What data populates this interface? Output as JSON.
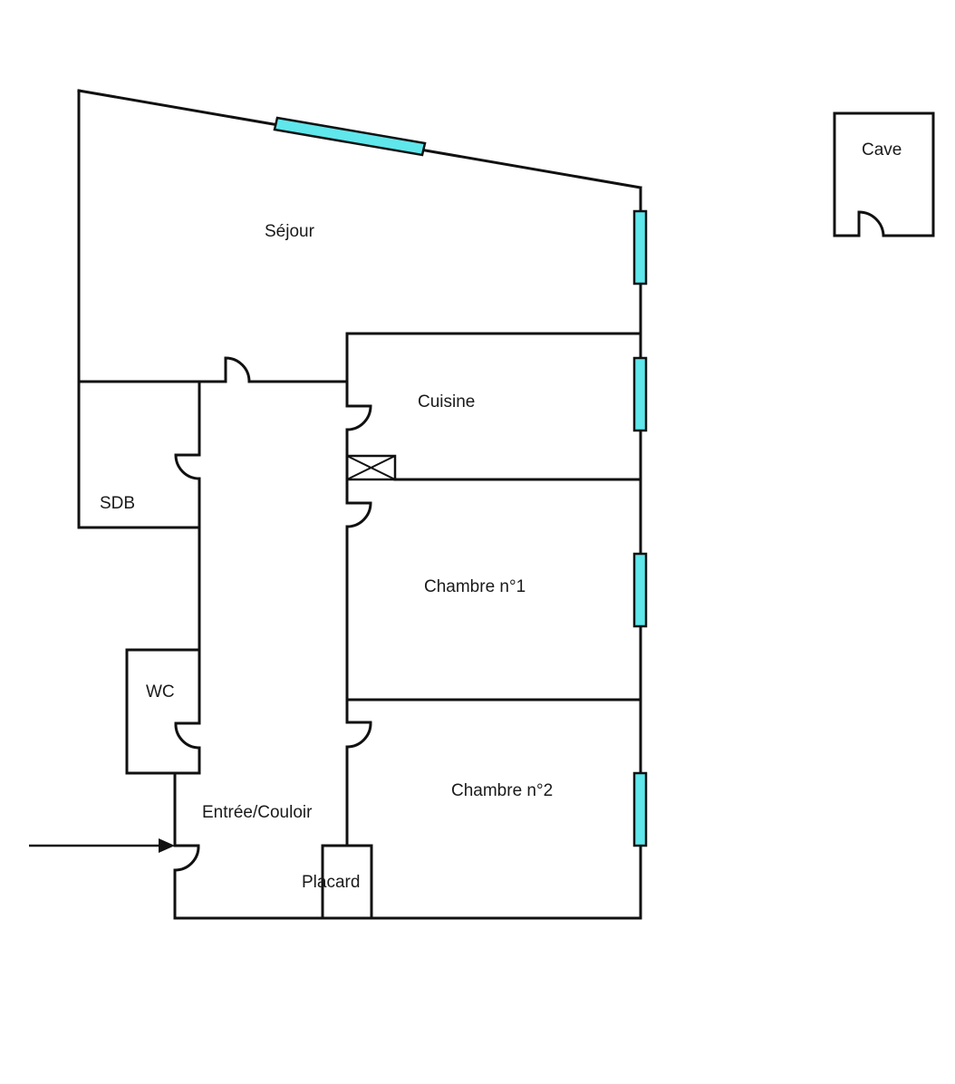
{
  "colors": {
    "wall": "#111111",
    "window_fill": "#5fe7ec",
    "text": "#1a1a1a",
    "background": "#ffffff"
  },
  "rooms": {
    "sejour": "Séjour",
    "cuisine": "Cuisine",
    "sdb": "SDB",
    "chambre1": "Chambre n°1",
    "chambre2": "Chambre n°2",
    "wc": "WC",
    "entree": "Entrée/Couloir",
    "placard": "Placard",
    "cave": "Cave"
  },
  "symbols": {
    "entrance": "entrance-arrow-icon",
    "duct": "ventilation-duct-icon",
    "window": "window-icon",
    "door": "door-swing-icon"
  }
}
